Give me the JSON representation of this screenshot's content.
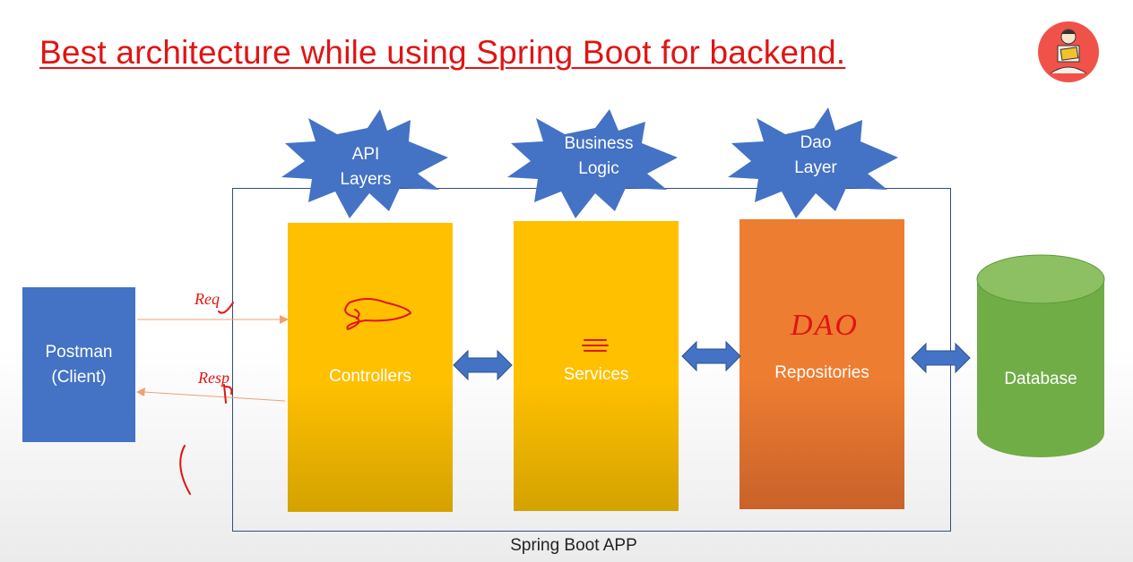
{
  "title": "Best architecture while using Spring Boot for backend.",
  "bursts": {
    "api": "API\nLayers",
    "business": "Business\nLogic",
    "dao": "Dao\nLayer"
  },
  "client": {
    "label": "Postman\n(Client)"
  },
  "layers": {
    "controllers": "Controllers",
    "services": "Services",
    "repositories": "Repositories"
  },
  "database": {
    "label": "Database"
  },
  "app_label": "Spring Boot APP",
  "annotations": {
    "req": "Req",
    "resp": "Resp",
    "dao_scribble": "DAO"
  },
  "colors": {
    "title": "#e01414",
    "layer_yellow": "#ffc000",
    "layer_orange": "#ed7d31",
    "client_blue": "#4472c4",
    "burst_blue": "#4472c4",
    "database_green": "#70ad47",
    "connector_blue": "#4472c4",
    "ink_red": "#e01414"
  }
}
